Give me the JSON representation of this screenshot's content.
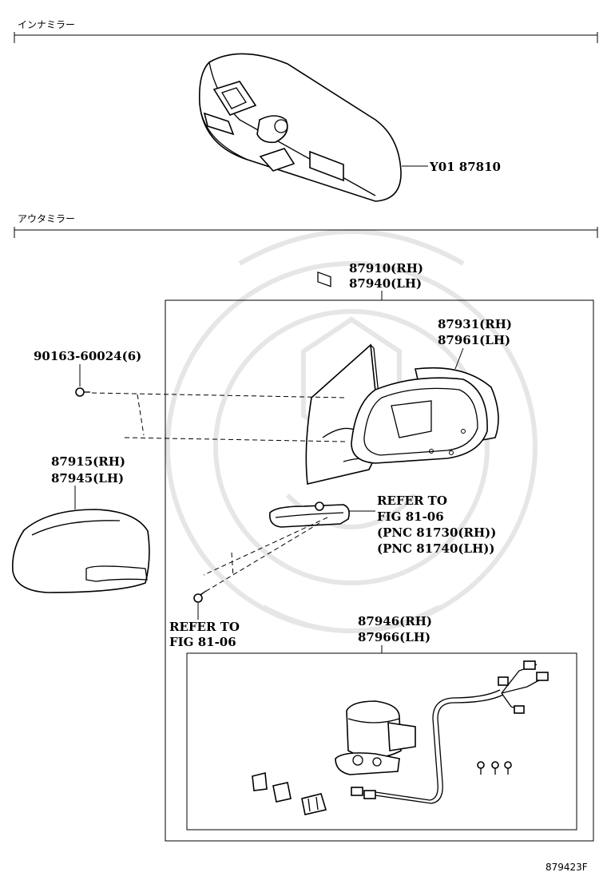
{
  "sections": {
    "inner_mirror": "インナミラー",
    "outer_mirror": "アウタミラー"
  },
  "parts": {
    "inner_mirror": "Y01 87810",
    "mirror_assy_rh": "87910(RH)",
    "mirror_assy_lh": "87940(LH)",
    "mirror_glass_rh": "87931(RH)",
    "mirror_glass_lh": "87961(LH)",
    "screw": "90163-60024(6)",
    "cover_rh": "87915(RH)",
    "cover_lh": "87945(LH)",
    "refer_line1": "REFER TO",
    "refer_line2": "FIG 81-06",
    "refer_line3": "(PNC 81730(RH))",
    "refer_line4": "(PNC 81740(LH))",
    "refer2_line1": "REFER TO",
    "refer2_line2": "FIG 81-06",
    "motor_rh": "87946(RH)",
    "motor_lh": "87966(LH)"
  },
  "figure_id": "879423F"
}
